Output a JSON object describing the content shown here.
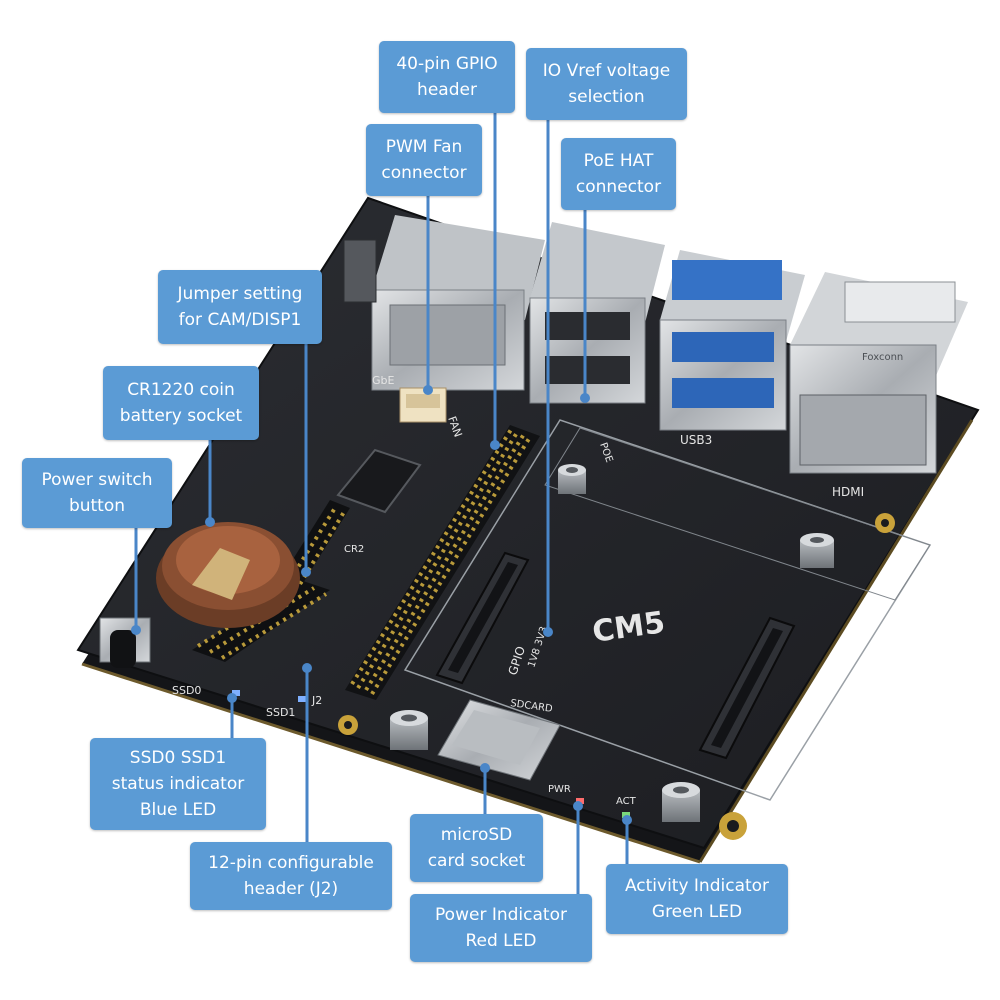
{
  "callouts": {
    "gpio_header": "40-pin GPIO\nheader",
    "io_vref": "IO Vref voltage\nselection",
    "pwm_fan": "PWM Fan\nconnector",
    "poe_hat": "PoE HAT\nconnector",
    "jumper_cam": "Jumper setting\nfor CAM/DISP1",
    "coin_battery": "CR1220 coin\nbattery socket",
    "power_switch": "Power switch\nbutton",
    "ssd_leds": "SSD0 SSD1\nstatus indicator\nBlue LED",
    "header_j2": "12-pin configurable\nheader (J2)",
    "microsd": "microSD\ncard socket",
    "power_led": "Power Indicator\nRed LED",
    "activity_led": "Activity Indicator\nGreen LED"
  },
  "board_labels": {
    "cm5": "CM5",
    "gbe": "GbE",
    "fan": "FAN",
    "usb3": "USB3",
    "hdmi": "HDMI",
    "poe": "POE",
    "gpio": "GPIO",
    "vref": "1V8 3V3",
    "sdcard": "SDCARD",
    "pwr": "PWR",
    "act": "ACT",
    "ssd0": "SSD0",
    "ssd1": "SSD1",
    "j2": "J2",
    "foxconn": "Foxconn",
    "cr2": "CR2"
  },
  "colors": {
    "callout_bg": "#5b9bd5",
    "board": "#222428",
    "leader": "#4a86c8"
  }
}
